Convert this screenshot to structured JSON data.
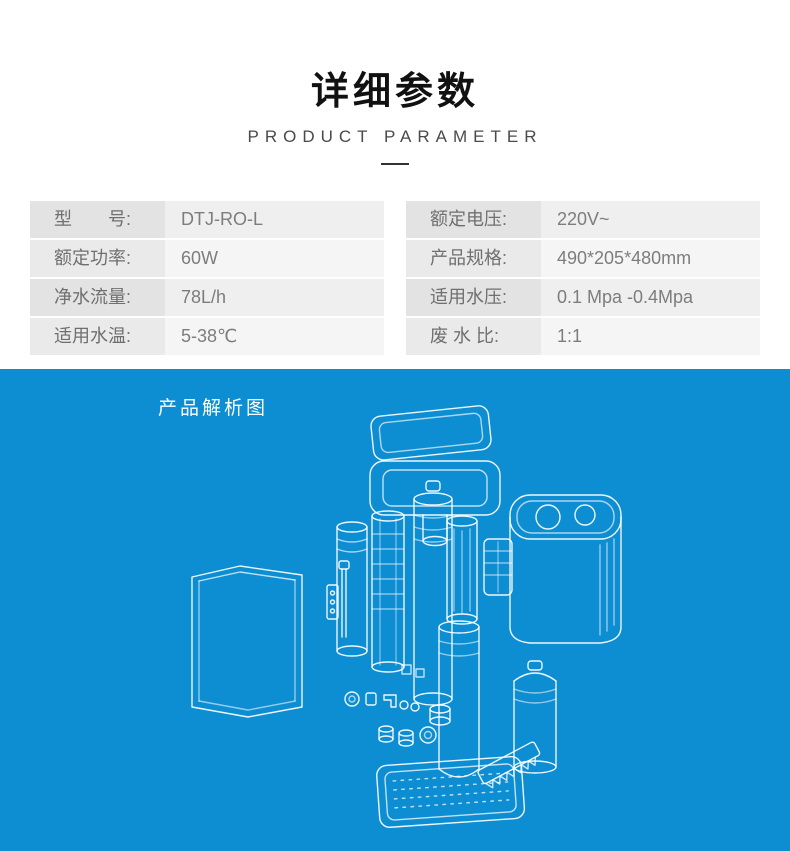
{
  "header": {
    "title": "详细参数",
    "subtitle": "PRODUCT PARAMETER"
  },
  "specs": {
    "left": [
      {
        "label": "型　　号:",
        "value": "DTJ-RO-L"
      },
      {
        "label": "额定功率:",
        "value": "60W"
      },
      {
        "label": "净水流量:",
        "value": "78L/h"
      },
      {
        "label": "适用水温:",
        "value": "5-38℃"
      }
    ],
    "right": [
      {
        "label": "额定电压:",
        "value": "220V~"
      },
      {
        "label": "产品规格:",
        "value": "490*205*480mm"
      },
      {
        "label": "适用水压:",
        "value": "0.1 Mpa -0.4Mpa"
      },
      {
        "label": "废 水 比:",
        "value": "1:1"
      }
    ]
  },
  "diagram": {
    "heading": "产品解析图"
  },
  "colors": {
    "blue": "#0e8ed2",
    "label_bg": "#e3e3e3",
    "label_bg_alt": "#eaeaea",
    "value_bg": "#efefef",
    "value_bg_alt": "#f5f5f5",
    "table_text": "#7d7d7d"
  }
}
